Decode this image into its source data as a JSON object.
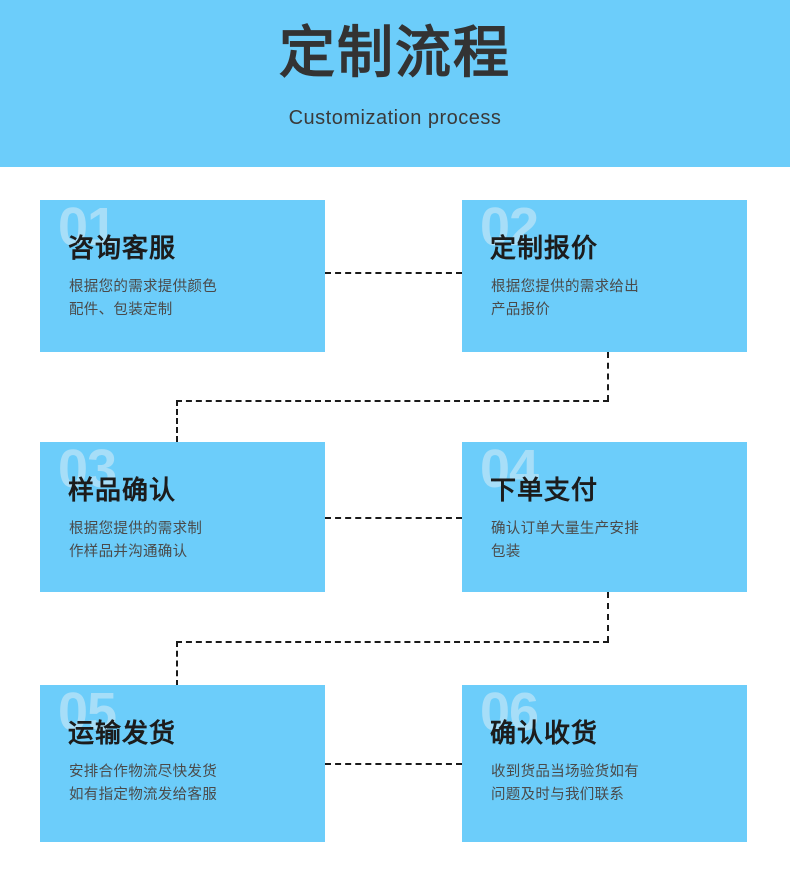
{
  "header": {
    "title": "定制流程",
    "subtitle": "Customization process",
    "band_color": "#6ccdfa"
  },
  "theme": {
    "card_color": "#6ccdfa",
    "number_color": "#a7def8",
    "title_color": "#1c1c1c",
    "body_color": "#4a4a4a",
    "connector_color": "#1a1a1a",
    "page_background": "#ffffff"
  },
  "steps": [
    {
      "number": "01",
      "title": "咨询客服",
      "body_line1": "根据您的需求提供颜色",
      "body_line2": "配件、包装定制"
    },
    {
      "number": "02",
      "title": "定制报价",
      "body_line1": "根据您提供的需求给出",
      "body_line2": "产品报价"
    },
    {
      "number": "03",
      "title": "样品确认",
      "body_line1": "根据您提供的需求制",
      "body_line2": "作样品并沟通确认"
    },
    {
      "number": "04",
      "title": "下单支付",
      "body_line1": "确认订单大量生产安排",
      "body_line2": "包装"
    },
    {
      "number": "05",
      "title": "运输发货",
      "body_line1": "安排合作物流尽快发货",
      "body_line2": "如有指定物流发给客服"
    },
    {
      "number": "06",
      "title": "确认收货",
      "body_line1": "收到货品当场验货如有",
      "body_line2": "问题及时与我们联系"
    }
  ]
}
